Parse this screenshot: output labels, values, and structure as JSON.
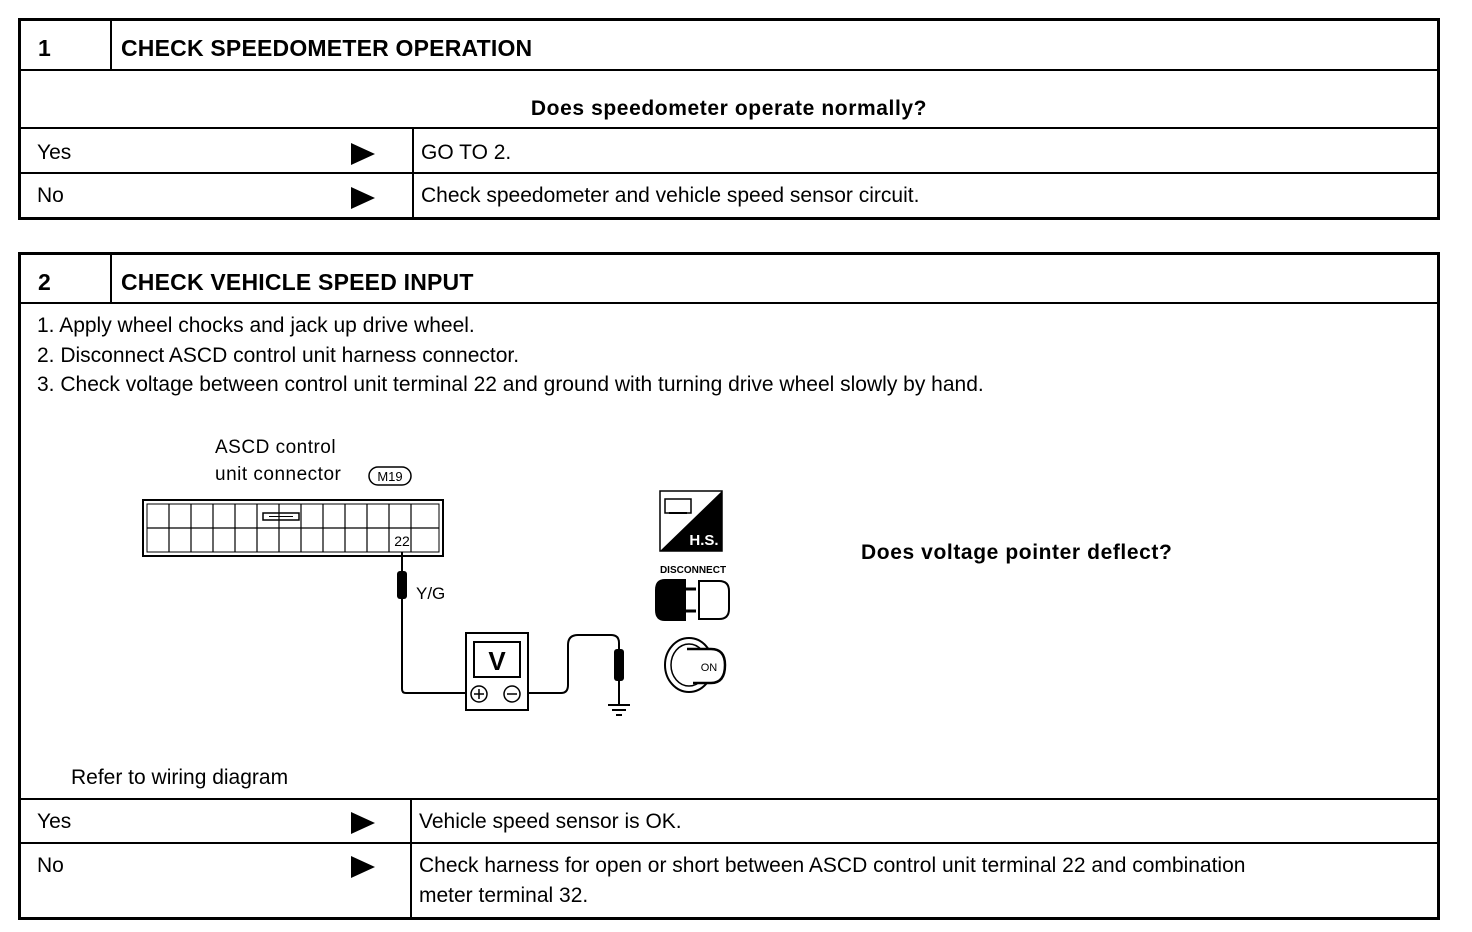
{
  "step1": {
    "number": "1",
    "title": "CHECK SPEEDOMETER OPERATION",
    "question": "Does speedometer operate normally?",
    "yes_label": "Yes",
    "yes_result": "GO TO 2.",
    "no_label": "No",
    "no_result": "Check speedometer and vehicle speed sensor circuit."
  },
  "step2": {
    "number": "2",
    "title": "CHECK VEHICLE SPEED INPUT",
    "instructions": [
      "1.  Apply wheel chocks and jack up drive wheel.",
      "2.  Disconnect ASCD control unit harness connector.",
      "3.  Check voltage between control unit terminal 22 and ground with turning drive wheel slowly by hand."
    ],
    "diagram": {
      "connector_label_line1": "ASCD  control",
      "connector_label_line2": "unit  connector",
      "connector_id": "M19",
      "terminal": "22",
      "wire_color": "Y/G",
      "meter_symbol": "V",
      "icon_hs_text": "H.S.",
      "icon_disconnect_text": "DISCONNECT",
      "icon_key_text": "ON"
    },
    "question": "Does  voltage  pointer  deflect?",
    "reference": "Refer to wiring diagram",
    "yes_label": "Yes",
    "yes_result": "Vehicle speed sensor is OK.",
    "no_label": "No",
    "no_result_line1": "Check harness for open or short between ASCD control unit terminal 22 and combination",
    "no_result_line2": "meter terminal 32."
  }
}
